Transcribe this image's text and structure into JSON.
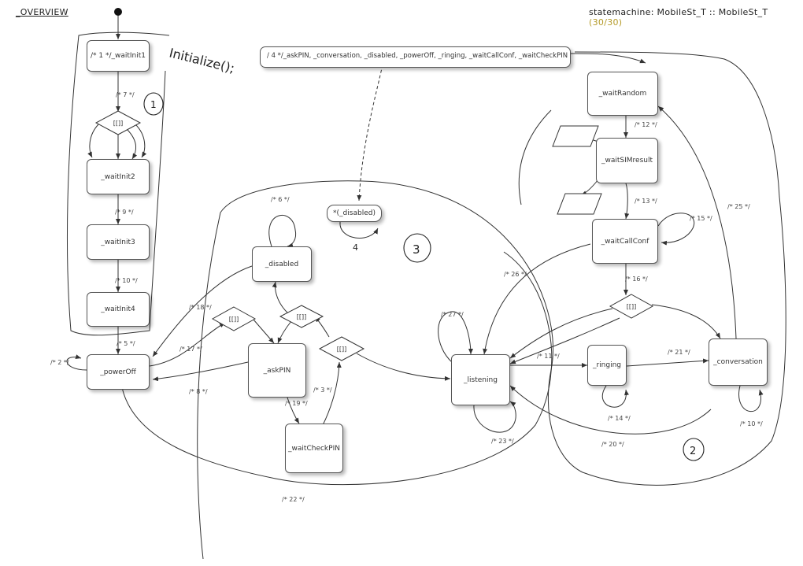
{
  "header": {
    "view_name": "_OVERVIEW",
    "title": "statemachine: MobileSt_T :: MobileSt_T",
    "page_count": "(30/30)"
  },
  "note": {
    "text": "/ 4 */_askPIN, _conversation, _disabled, _powerOff, _ringing, _waitCallConf, _waitCheckPIN"
  },
  "states": {
    "waitInit1": "/* 1 */_waitInit1",
    "waitInit2": "_waitInit2",
    "waitInit3": "_waitInit3",
    "waitInit4": "_waitInit4",
    "powerOff": "_powerOff",
    "disabled": "_disabled",
    "askPIN": "_askPIN",
    "waitCheckPIN": "_waitCheckPIN",
    "listening": "_listening",
    "waitRandom": "_waitRandom",
    "waitSIMresult": "_waitSIMresult",
    "waitCallConf": "_waitCallConf",
    "ringing": "_ringing",
    "conversation": "_conversation",
    "disabled_self": "*(_disabled)"
  },
  "choice_label": "[[]]",
  "transitions": {
    "t7": "/* 7 */",
    "t9": "/* 9 */",
    "t10a": "/* 10 */",
    "t5": "/* 5 */",
    "t2": "/* 2 */",
    "t17": "/* 17 */",
    "t18": "/* 18 */",
    "t8": "/* 8 */",
    "t6": "/* 6 */",
    "t19": "/* 19 */",
    "t3": "/* 3 */",
    "t22": "/* 22 */",
    "t27": "/* 27 */",
    "t23": "/* 23 */",
    "t26": "/* 26 */",
    "t12": "/* 12 */",
    "t13": "/* 13 */",
    "t15": "/* 15 */",
    "t16": "/* 16 */",
    "t25": "/* 25 */",
    "t11": "/* 11 */",
    "t14": "/* 14 */",
    "t21": "/* 21 */",
    "t10b": "/* 10 */",
    "t20": "/* 20 */"
  },
  "handwriting": {
    "initialize": "Initialize();",
    "circle_1": "1",
    "circle_2": "2",
    "circle_3": "3",
    "four": "4"
  }
}
